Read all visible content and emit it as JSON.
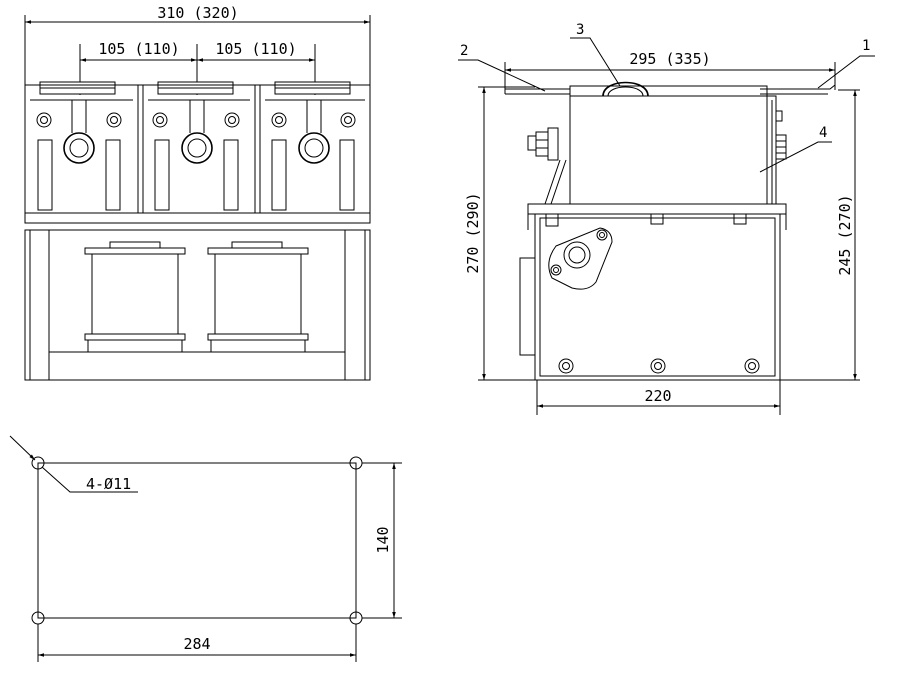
{
  "front_view": {
    "width_dim": "310 (320)",
    "pitch_left": "105 (110)",
    "pitch_right": "105 (110)"
  },
  "side_view": {
    "length_dim": "295 (335)",
    "height_left": "270 (290)",
    "height_right": "245 (270)",
    "base_width": "220",
    "callouts": [
      "1",
      "2",
      "3",
      "4"
    ]
  },
  "mount_view": {
    "hole_spec": "4-Ø11",
    "hole_spacing_x": "284",
    "hole_spacing_y": "140"
  }
}
